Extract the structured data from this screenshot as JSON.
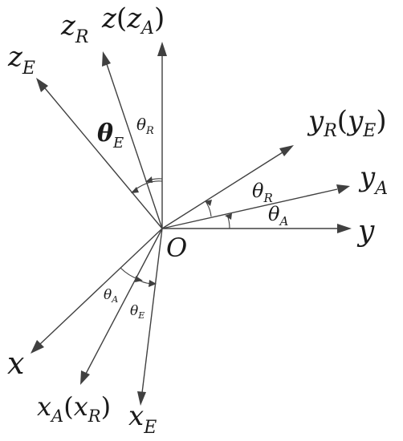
{
  "origin": {
    "label": "O"
  },
  "axes": {
    "z": {
      "main": "z",
      "sub": "",
      "paren_main": "z",
      "paren_sub": "A"
    },
    "zR": {
      "main": "z",
      "sub": "R"
    },
    "zE": {
      "main": "z",
      "sub": "E"
    },
    "yR": {
      "main": "y",
      "sub": "R",
      "paren_main": "y",
      "paren_sub": "E"
    },
    "yA": {
      "main": "y",
      "sub": "A"
    },
    "y": {
      "main": "y"
    },
    "x": {
      "main": "x"
    },
    "xA": {
      "main": "x",
      "sub": "A",
      "paren_main": "x",
      "paren_sub": "R"
    },
    "xE": {
      "main": "x",
      "sub": "E"
    }
  },
  "angles": {
    "thetaR_upper": {
      "main": "θ",
      "sub": "R"
    },
    "thetaE_upper": {
      "main": "θ",
      "sub": "E"
    },
    "thetaR_right": {
      "main": "θ",
      "sub": "R"
    },
    "thetaA_right": {
      "main": "θ",
      "sub": "A"
    },
    "thetaA_lower": {
      "main": "θ",
      "sub": "A"
    },
    "thetaE_lower": {
      "main": "θ",
      "sub": "E"
    }
  }
}
